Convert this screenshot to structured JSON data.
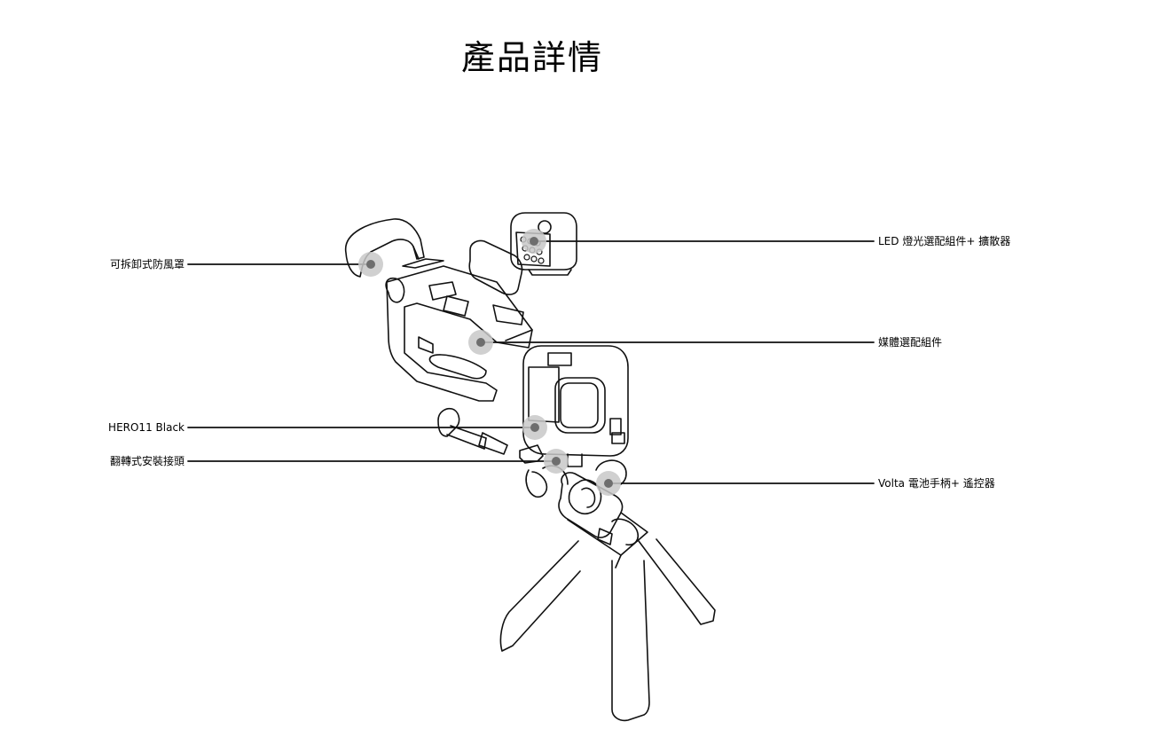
{
  "page": {
    "title": "產品詳情"
  },
  "callouts": {
    "windscreen": "可拆卸式防風罩",
    "hero11": "HERO11 Black",
    "folding_mount": "翻轉式安裝接頭",
    "led_light": "LED 燈光選配組件+ 擴散器",
    "media_mod": "媒體選配組件",
    "volta": "Volta 電池手柄+ 遙控器"
  },
  "colors": {
    "line": "#111111",
    "hotspot_outer": "#c8c8c8",
    "hotspot_inner": "#6e6e6e"
  }
}
